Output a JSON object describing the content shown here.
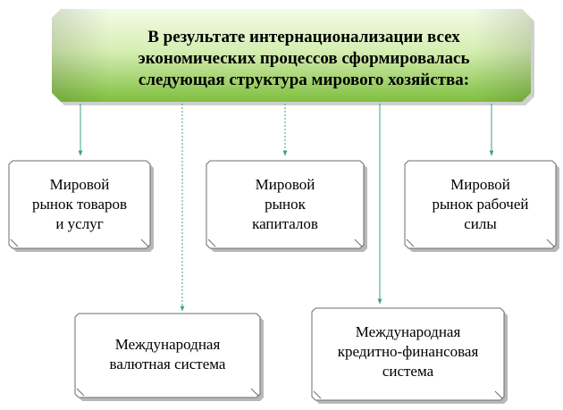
{
  "header": {
    "text_line1": "В результате интернационализации всех",
    "text_line2": "экономических процессов сформировалась",
    "text_line3": "следующая структура мирового хозяйства:"
  },
  "boxes": {
    "goods_market": {
      "line1": "Мировой",
      "line2": "рынок товаров",
      "line3": "и услуг"
    },
    "capital_market": {
      "line1": "Мировой",
      "line2": "рынок",
      "line3": "капиталов"
    },
    "labor_market": {
      "line1": "Мировой",
      "line2": "рынок рабочей",
      "line3": "силы"
    },
    "currency_system": {
      "line1": "Международная",
      "line2": "валютная система"
    },
    "credit_system": {
      "line1": "Международная",
      "line2": "кредитно-финансовая",
      "line3": "система"
    }
  },
  "colors": {
    "header_gradient_top": "#f4fbe8",
    "header_gradient_mid": "#c9e6a0",
    "header_gradient_bottom": "#7fbf3f",
    "connector": "#3aa08a",
    "box_border": "#6d6d6d",
    "box_shadow": "#b8b8b8"
  }
}
